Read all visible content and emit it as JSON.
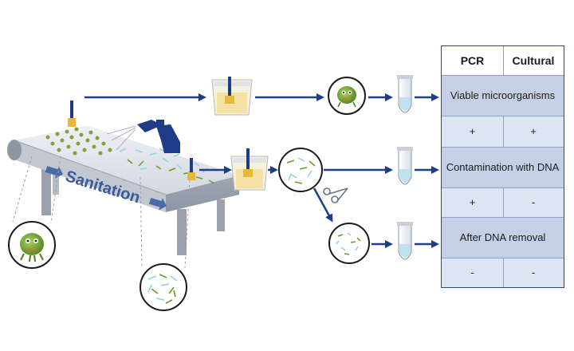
{
  "belt": {
    "label": "Sanitation"
  },
  "table": {
    "headers": [
      "PCR",
      "Cultural"
    ],
    "rows": [
      {
        "label": "Viable microorganisms",
        "pcr": "+",
        "cultural": "+"
      },
      {
        "label": "Contamination with DNA",
        "pcr": "+",
        "cultural": "-"
      },
      {
        "label": "After DNA removal",
        "pcr": "-",
        "cultural": "-"
      }
    ]
  },
  "colors": {
    "arrow": "#1f3c88",
    "belt": "#c9ced8",
    "table_border": "#2c4a7e",
    "band": "#c5d0e6",
    "cell": "#dde4f2",
    "microbe": "#6a9a2a",
    "dna": "#8fd1e6"
  },
  "icons": [
    "swab-icon",
    "sample-bag-icon",
    "spray-bottle-icon",
    "microbe-icon",
    "dna-fragments-icon",
    "test-tube-icon",
    "scissors-icon",
    "magnifier-circle-icon"
  ]
}
